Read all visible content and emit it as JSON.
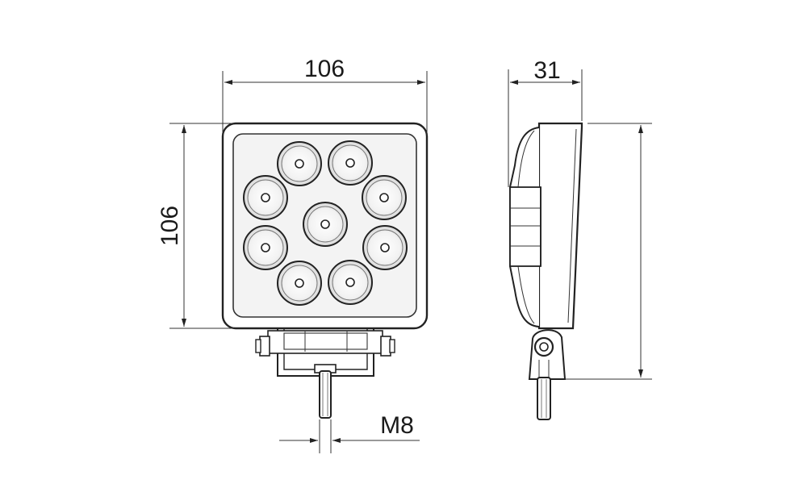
{
  "dimensions": {
    "width_label": "106",
    "height_label": "106",
    "depth_label": "31",
    "thread_label": "M8"
  },
  "front_view": {
    "led_count": 9
  }
}
